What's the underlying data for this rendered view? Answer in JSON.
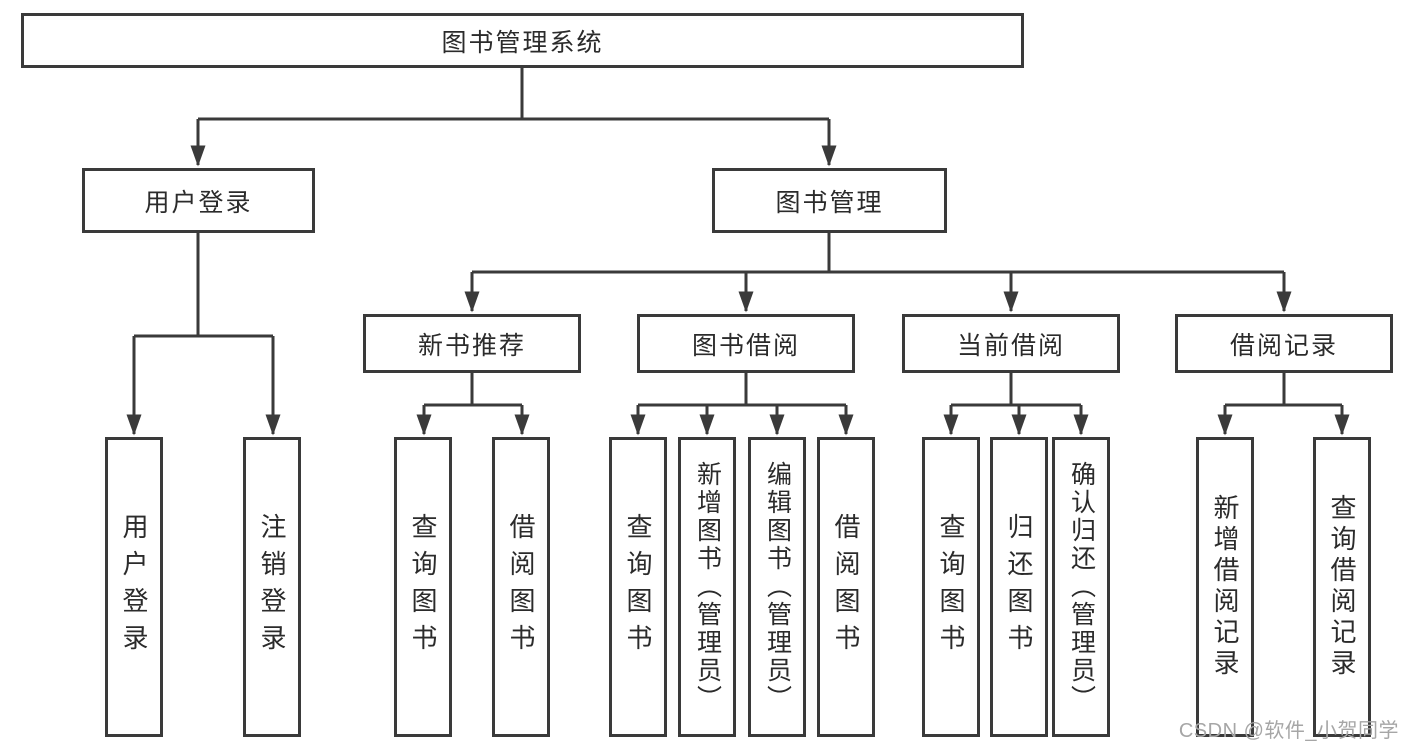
{
  "diagram": {
    "root": {
      "label": "图书管理系统"
    },
    "level2": [
      {
        "label": "用户登录"
      },
      {
        "label": "图书管理"
      }
    ],
    "level3": [
      {
        "label": "新书推荐"
      },
      {
        "label": "图书借阅"
      },
      {
        "label": "当前借阅"
      },
      {
        "label": "借阅记录"
      }
    ],
    "leaves": [
      {
        "label": "用户登录"
      },
      {
        "label": "注销登录"
      },
      {
        "label": "查询图书"
      },
      {
        "label": "借阅图书"
      },
      {
        "label": "查询图书"
      },
      {
        "label": "新增图书（管理员）"
      },
      {
        "label": "编辑图书（管理员）"
      },
      {
        "label": "借阅图书"
      },
      {
        "label": "查询图书"
      },
      {
        "label": "归还图书"
      },
      {
        "label": "确认归还（管理员）"
      },
      {
        "label": "新增借阅记录"
      },
      {
        "label": "查询借阅记录"
      }
    ]
  },
  "watermark": "CSDN @软件_小贺同学",
  "colors": {
    "line": "#3a3a3a",
    "text": "#2b2b2b",
    "watermark": "#a6a6a6",
    "background": "#ffffff"
  }
}
